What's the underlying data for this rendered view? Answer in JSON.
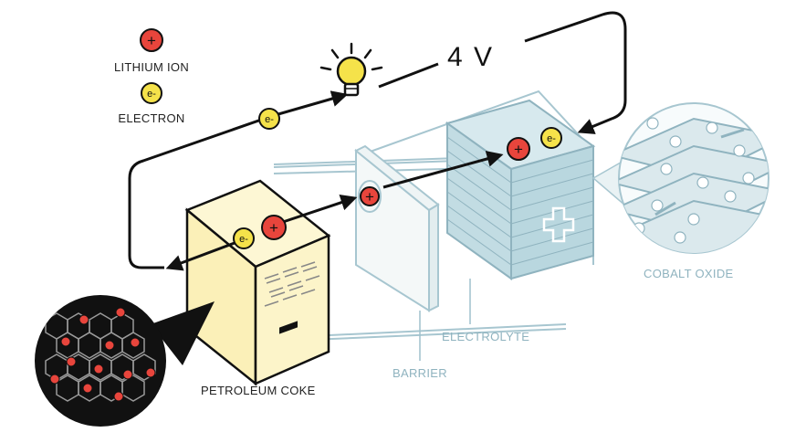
{
  "legend": {
    "lithium_ion_symbol": "+",
    "lithium_ion_label": "LITHIUM ION",
    "electron_symbol": "e-",
    "electron_label": "ELECTRON"
  },
  "voltage_label": "4 V",
  "anode": {
    "label": "PETROLEUM COKE",
    "sign": "−"
  },
  "cathode": {
    "label": "COBALT OXIDE",
    "sign": "+"
  },
  "barrier_label": "BARRIER",
  "electrolyte_label": "ELECTROLYTE",
  "colors": {
    "ion_red": "#e8453c",
    "electron_yellow": "#f5e24a",
    "anode_fill": "#fbf3c6",
    "outline_blue": "#9fc1cc",
    "cathode_blue": "#b9d7df",
    "line_dark": "#111111"
  },
  "icons": [
    "light-bulb-icon",
    "lithium-ion-icon",
    "electron-icon",
    "graphite-lattice-icon",
    "cobalt-layers-icon"
  ]
}
